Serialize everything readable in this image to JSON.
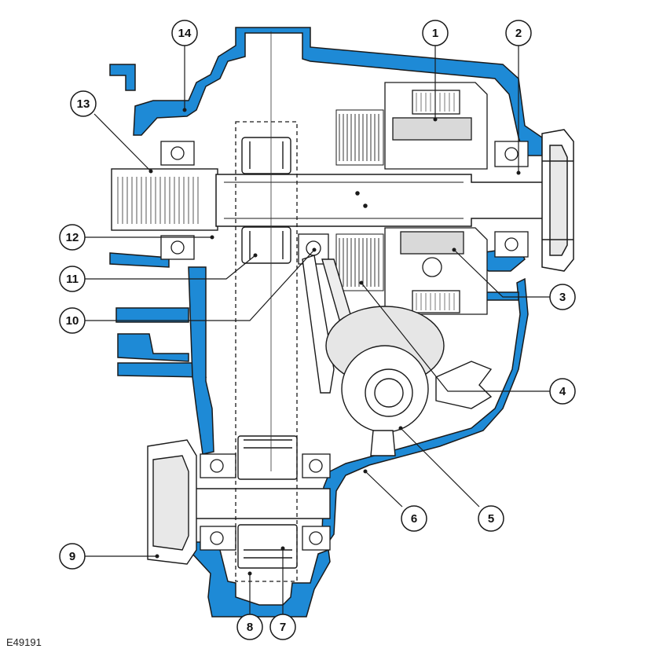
{
  "figure": {
    "id": "E49191",
    "colors": {
      "housing_fill": "#1e8ad6",
      "line": "#1a1a1a",
      "part_fill": "#ffffff",
      "shade": "#d9d9d9"
    }
  },
  "callouts": [
    {
      "label": "1"
    },
    {
      "label": "2"
    },
    {
      "label": "3"
    },
    {
      "label": "4"
    },
    {
      "label": "5"
    },
    {
      "label": "6"
    },
    {
      "label": "7"
    },
    {
      "label": "8"
    },
    {
      "label": "9"
    },
    {
      "label": "10"
    },
    {
      "label": "11"
    },
    {
      "label": "12"
    },
    {
      "label": "13"
    },
    {
      "label": "14"
    }
  ]
}
